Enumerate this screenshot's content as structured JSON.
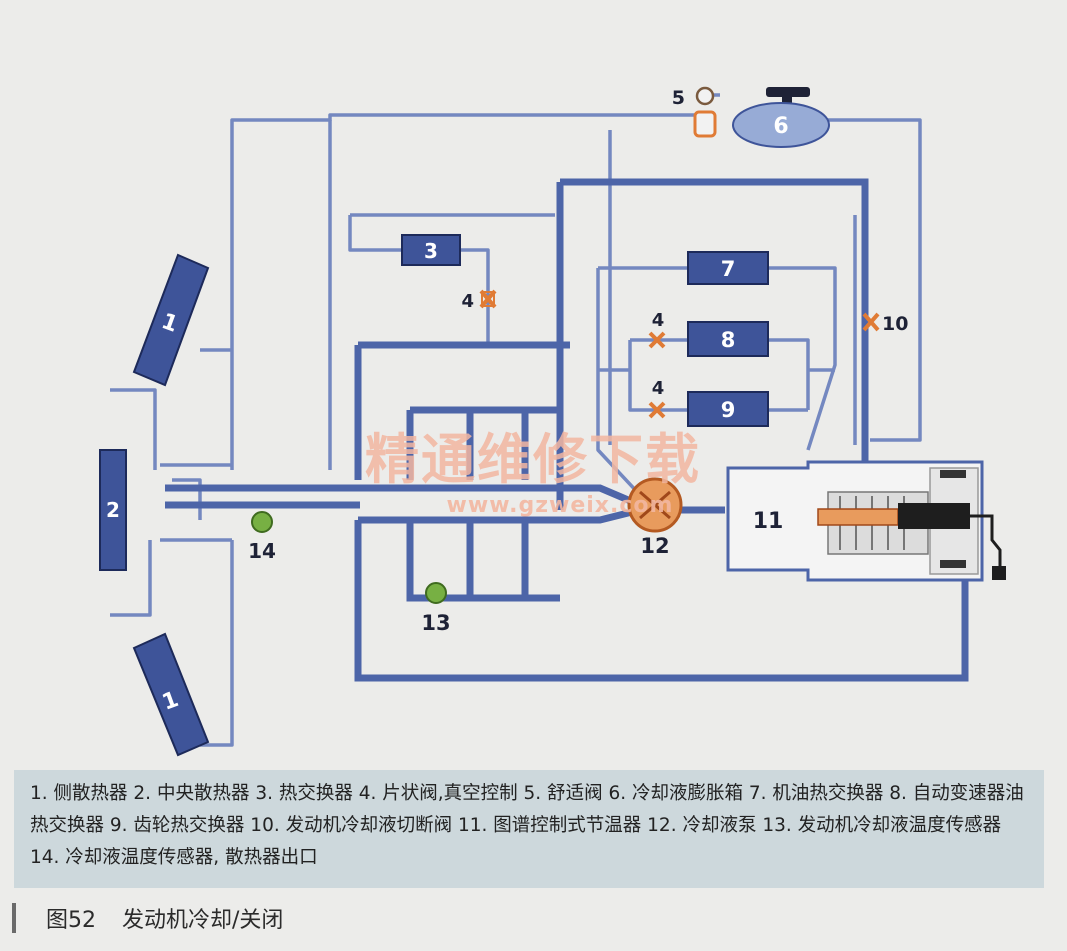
{
  "diagram": {
    "labels": {
      "side_radiator": "1",
      "central_radiator": "2",
      "heat_exchanger": "3",
      "flake_valve": "4",
      "comfort_valve": "5",
      "expansion_tank": "6",
      "oil_cooler": "7",
      "atf_cooler": "8",
      "gear_cooler": "9",
      "shutoff_valve": "10",
      "thermostat": "11",
      "pump": "12",
      "engine_temp_sensor": "13",
      "radiator_temp_sensor": "14"
    },
    "watermark": {
      "text": "精通维修下载",
      "url": "www.gzweix.com"
    },
    "colors": {
      "pipe": "#4d65a8",
      "pipe_thin": "#7488c0",
      "component": "#3e5499",
      "valve": "#e07b35",
      "sensor": "#77b043",
      "background": "#ececea",
      "legend_bg": "#cdd8dc"
    }
  },
  "legend": {
    "text": "1. 侧散热器 2. 中央散热器 3. 热交换器 4. 片状阀,真空控制 5. 舒适阀 6. 冷却液膨胀箱 7. 机油热交换器 8. 自动变速器油热交换器 9. 齿轮热交换器 10. 发动机冷却液切断阀 11. 图谱控制式节温器 12. 冷却液泵 13. 发动机冷却液温度传感器 14. 冷却液温度传感器, 散热器出口"
  },
  "caption": {
    "number": "图52",
    "title": "发动机冷却/关闭"
  }
}
